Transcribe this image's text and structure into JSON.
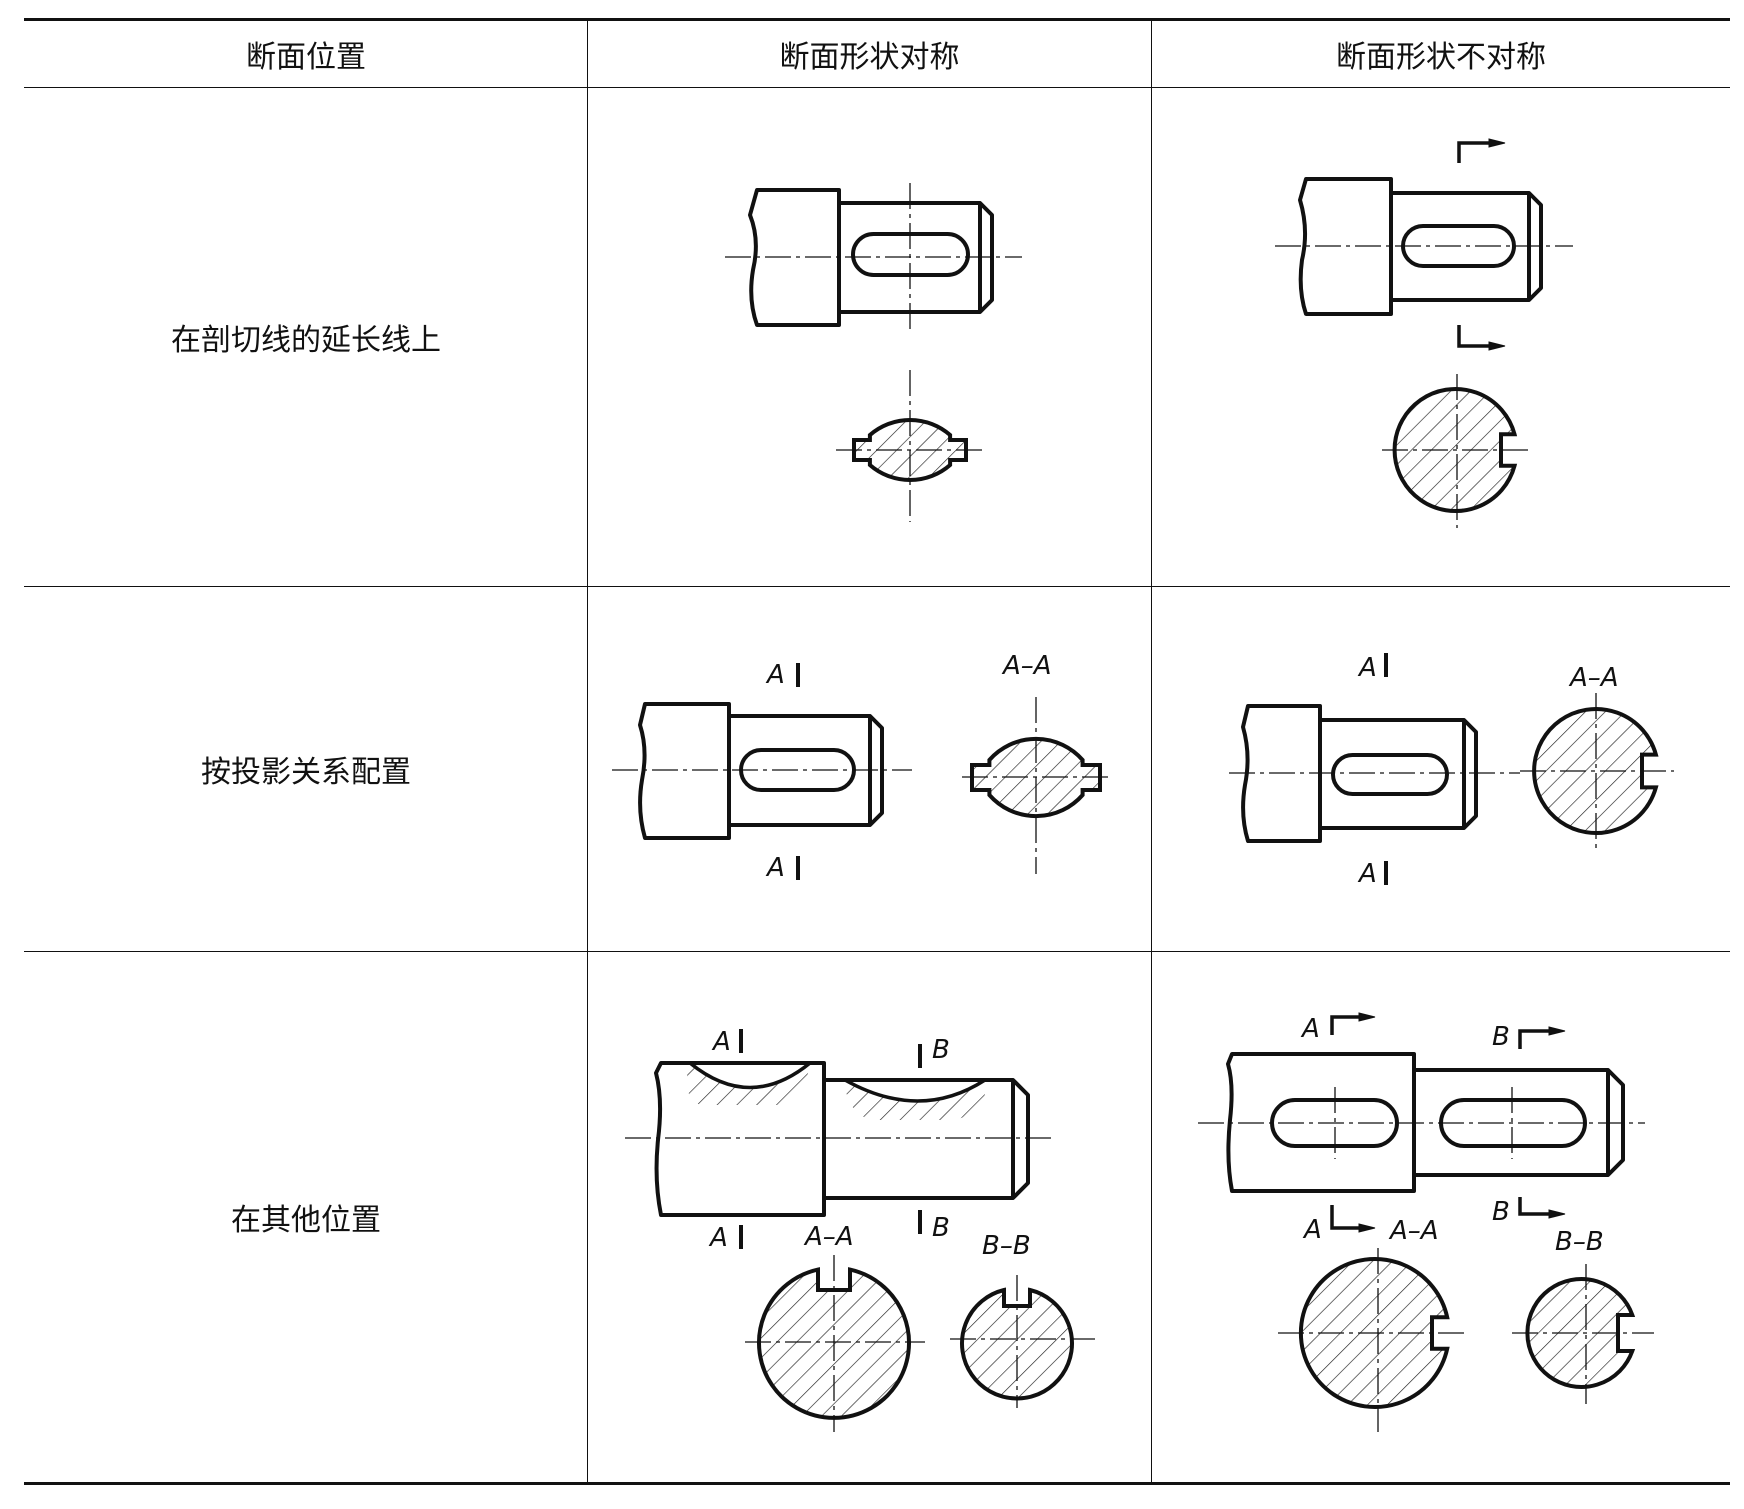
{
  "table": {
    "headers": [
      "断面位置",
      "断面形状对称",
      "断面形状不对称"
    ],
    "rows": [
      {
        "label": "在剖切线的延长线上"
      },
      {
        "label": "按投影关系配置"
      },
      {
        "label": "在其他位置"
      }
    ]
  },
  "annotations": {
    "A": "A",
    "B": "B",
    "AA": "A–A",
    "BB": "B–B"
  },
  "colors": {
    "line": "#111111",
    "background": "#ffffff"
  }
}
